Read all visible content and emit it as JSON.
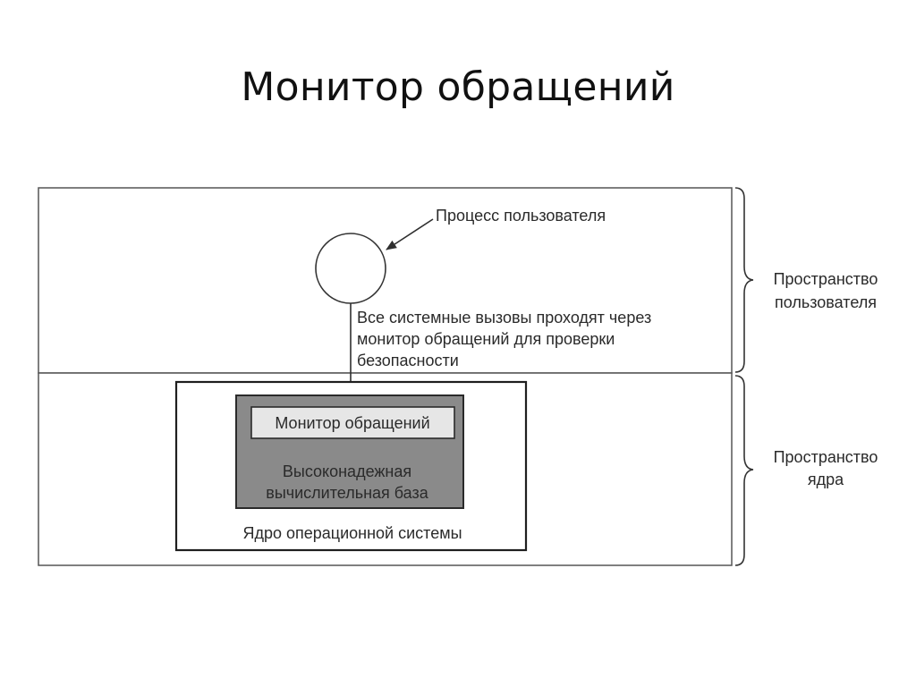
{
  "title": "Монитор обращений",
  "diagram": {
    "user_process_label": "Процесс пользователя",
    "syscall_note": [
      "Все системные вызовы проходят через",
      "монитор обращений для проверки",
      "безопасности"
    ],
    "reference_monitor_label": "Монитор обращений",
    "tcb_label": [
      "Высоконадежная",
      "вычислительная база"
    ],
    "os_kernel_label": "Ядро операционной системы",
    "user_space_label": [
      "Пространство",
      "пользователя"
    ],
    "kernel_space_label": [
      "Пространство",
      "ядра"
    ],
    "colors": {
      "tcb_fill": "#8a8a8a",
      "monitor_fill": "#e6e6e6",
      "line": "#3a3a3a"
    }
  }
}
